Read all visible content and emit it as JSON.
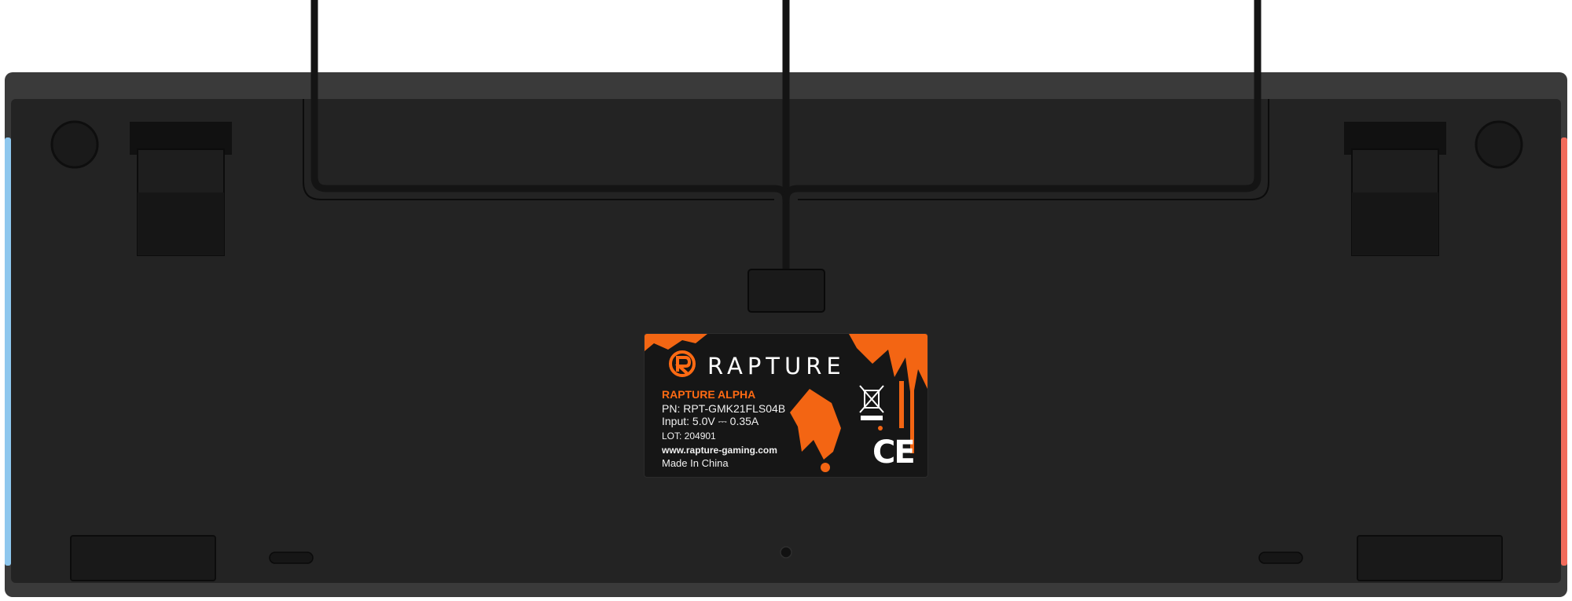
{
  "product": {
    "brand": "RAPTURE",
    "model": "RAPTURE ALPHA",
    "part_number": "PN: RPT-GMK21FLS04B",
    "input": "Input: 5.0V ⎓ 0.35A",
    "lot": "LOT: 204901",
    "website": "www.rapture-gaming.com",
    "origin": "Made In China",
    "certification": "CE"
  },
  "colors": {
    "body": "#232323",
    "frame": "#3a3a3a",
    "accent_orange": "#ff6a13",
    "left_edge_light": "#8ec7ee",
    "right_edge_light": "#f26b5b",
    "cable": "#141414"
  },
  "icons": [
    "rapture-logo-icon",
    "weee-bin-icon",
    "ce-mark-icon"
  ]
}
